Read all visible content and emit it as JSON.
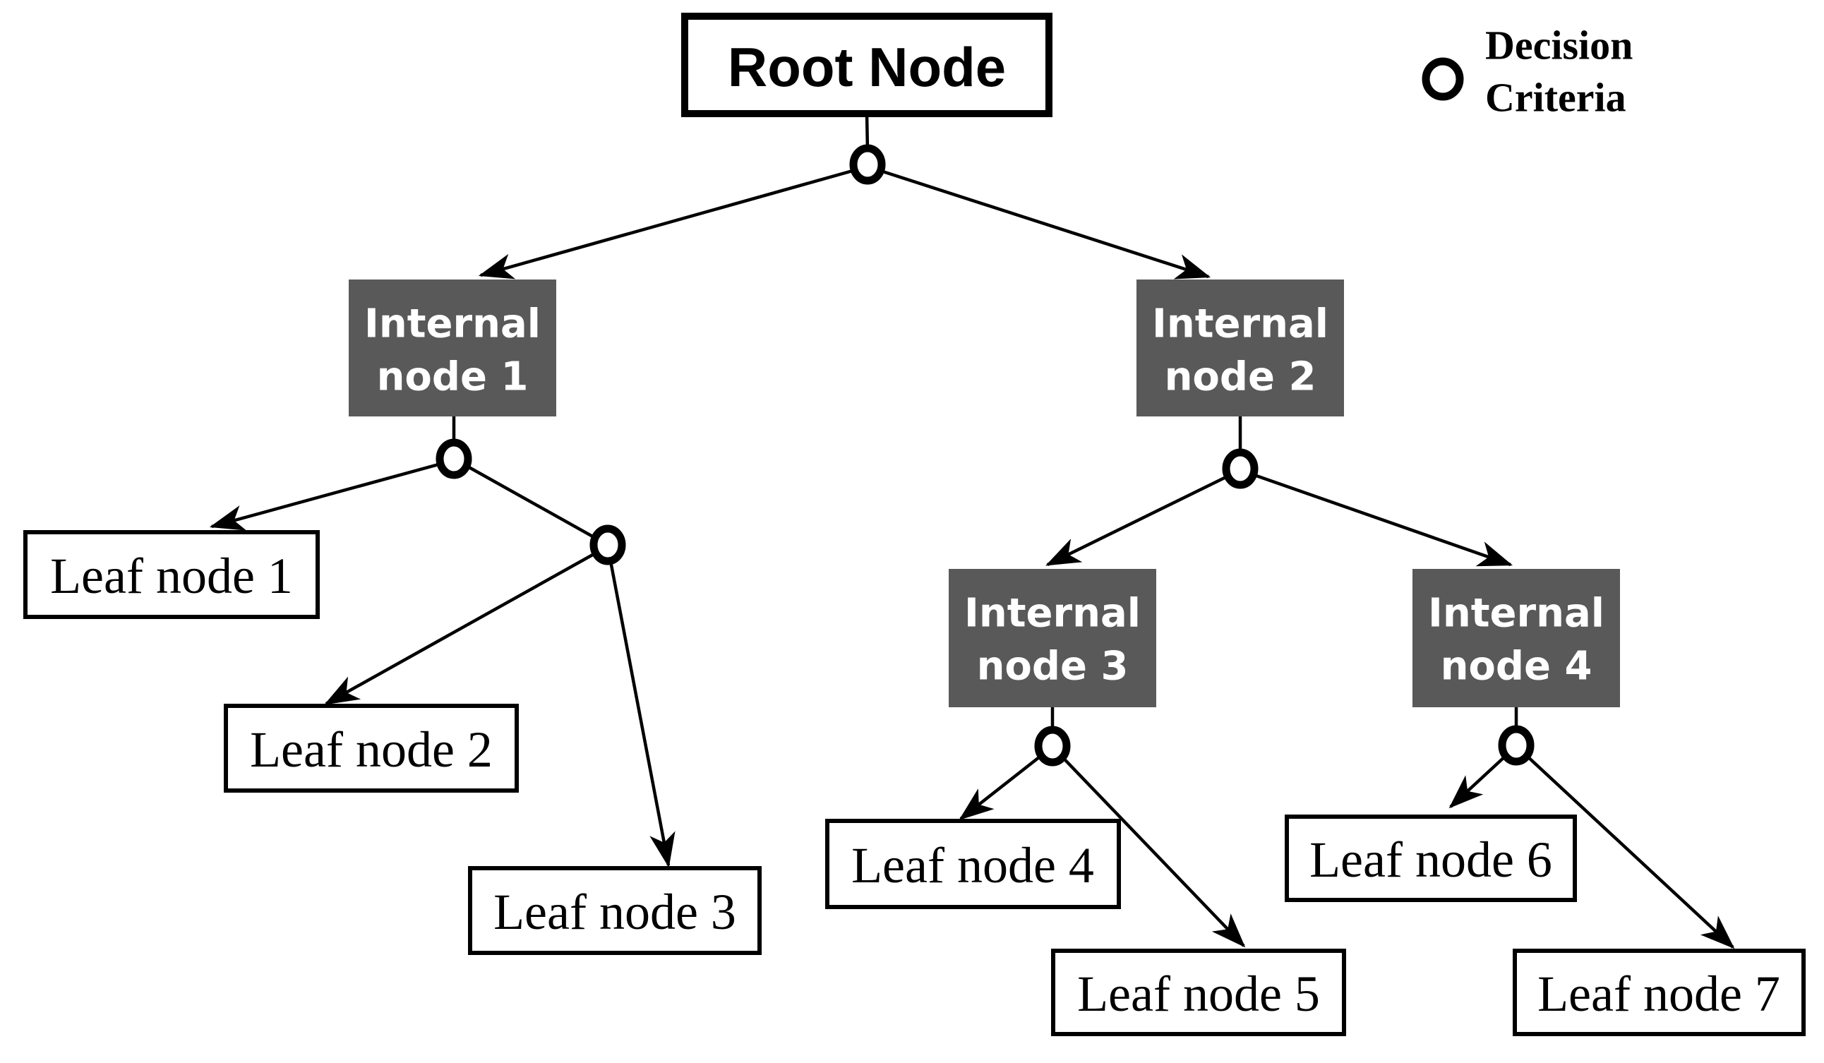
{
  "colors": {
    "background": "#ffffff",
    "internal_fill": "#595959",
    "internal_text": "#ffffff",
    "node_border": "#000000",
    "edge": "#000000",
    "text": "#000000"
  },
  "legend": {
    "symbol": "decision-criteria-circle",
    "lines": [
      "Decision",
      "Criteria"
    ]
  },
  "nodes": {
    "root": {
      "label": "Root Node"
    },
    "internal1": {
      "lines": [
        "Internal",
        "node 1"
      ]
    },
    "internal2": {
      "lines": [
        "Internal",
        "node 2"
      ]
    },
    "internal3": {
      "lines": [
        "Internal",
        "node 3"
      ]
    },
    "internal4": {
      "lines": [
        "Internal",
        "node 4"
      ]
    },
    "leaf1": {
      "label": "Leaf node 1"
    },
    "leaf2": {
      "label": "Leaf node 2"
    },
    "leaf3": {
      "label": "Leaf node 3"
    },
    "leaf4": {
      "label": "Leaf node 4"
    },
    "leaf5": {
      "label": "Leaf node 5"
    },
    "leaf6": {
      "label": "Leaf node 6"
    },
    "leaf7": {
      "label": "Leaf node 7"
    }
  },
  "edges": [
    {
      "from": "root",
      "to": "internal1",
      "via": "decision-criteria"
    },
    {
      "from": "root",
      "to": "internal2",
      "via": "decision-criteria"
    },
    {
      "from": "internal1",
      "to": "leaf1",
      "via": "decision-criteria"
    },
    {
      "from": "internal1",
      "to": "leaf2",
      "via": "decision-criteria"
    },
    {
      "from": "internal1",
      "to": "leaf3",
      "via": "decision-criteria"
    },
    {
      "from": "internal2",
      "to": "internal3",
      "via": "decision-criteria"
    },
    {
      "from": "internal2",
      "to": "internal4",
      "via": "decision-criteria"
    },
    {
      "from": "internal3",
      "to": "leaf4",
      "via": "decision-criteria"
    },
    {
      "from": "internal3",
      "to": "leaf5",
      "via": "decision-criteria"
    },
    {
      "from": "internal4",
      "to": "leaf6",
      "via": "decision-criteria"
    },
    {
      "from": "internal4",
      "to": "leaf7",
      "via": "decision-criteria"
    }
  ]
}
